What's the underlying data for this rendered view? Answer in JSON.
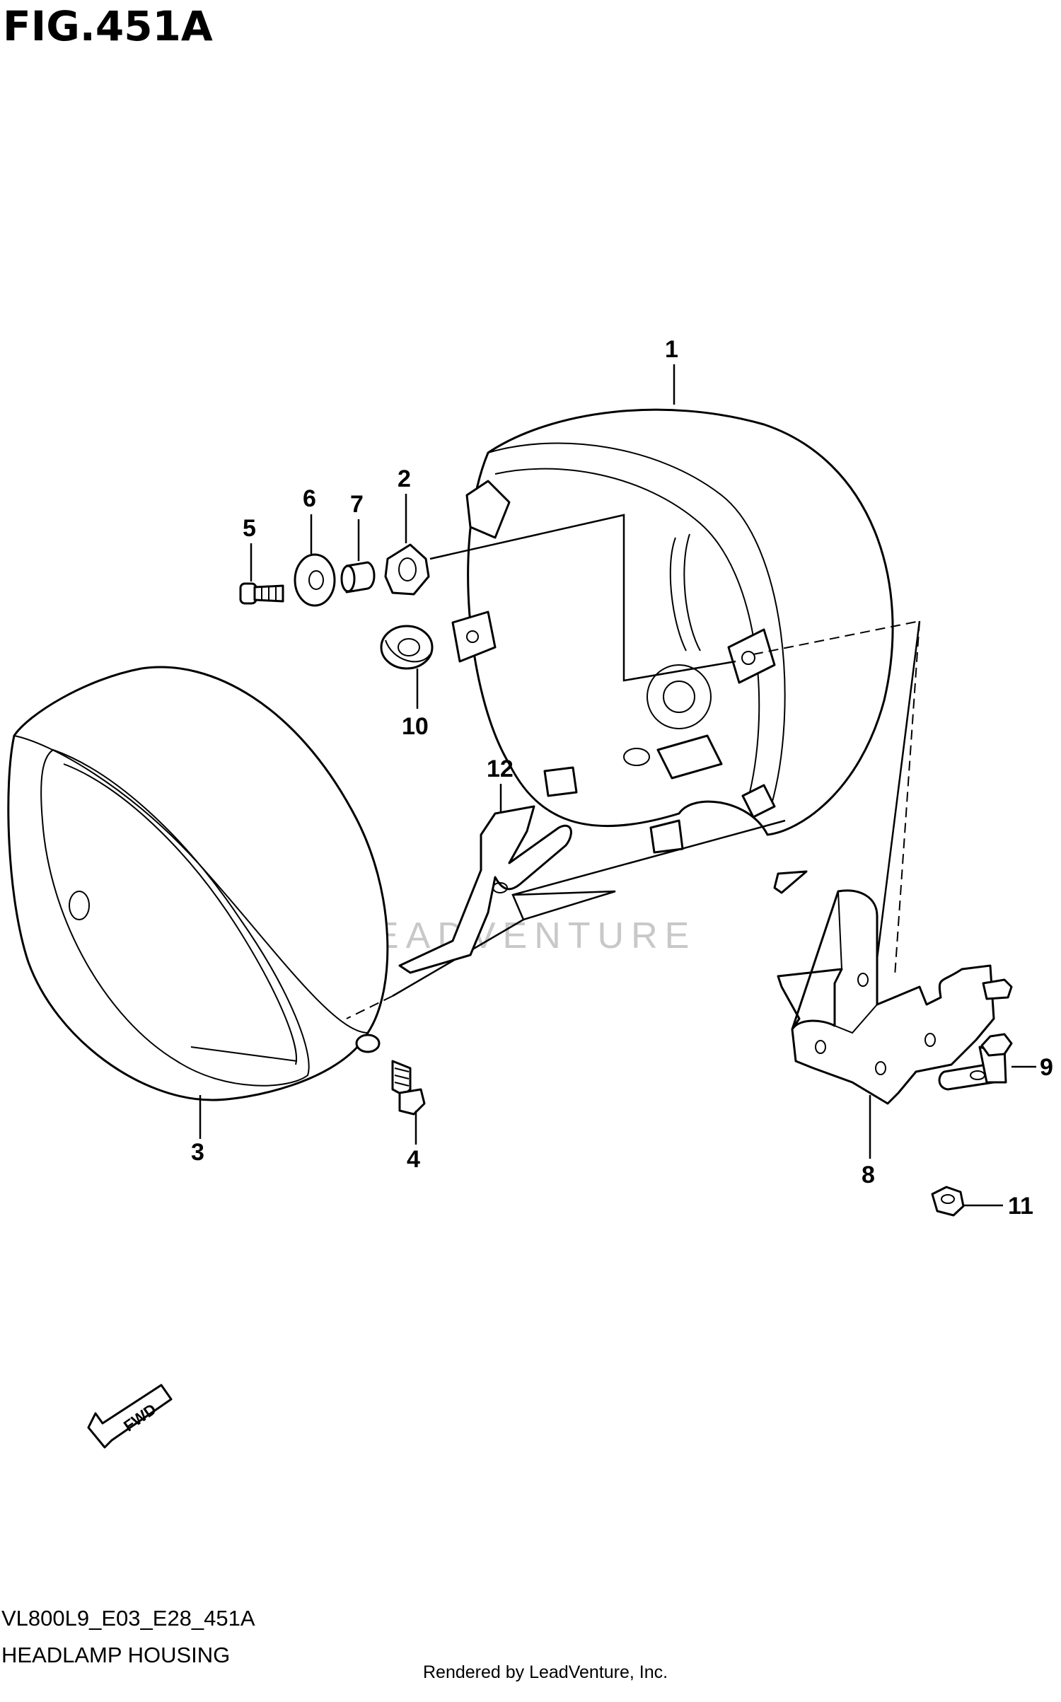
{
  "figure": {
    "title": "FIG.451A",
    "diagram_code": "VL800L9_E03_E28_451A",
    "diagram_name": "HEADLAMP HOUSING",
    "credit": "Rendered by LeadVenture, Inc.",
    "watermark": "LEADVENTURE"
  },
  "callouts": [
    "1",
    "2",
    "3",
    "4",
    "5",
    "6",
    "7",
    "8",
    "9",
    "10",
    "11",
    "12"
  ],
  "direction_arrow": {
    "label": "FWD",
    "icon": "fwd-arrow-icon"
  },
  "colors": {
    "ink": "#000000",
    "background": "#ffffff",
    "watermark": "#c8c8c8"
  }
}
